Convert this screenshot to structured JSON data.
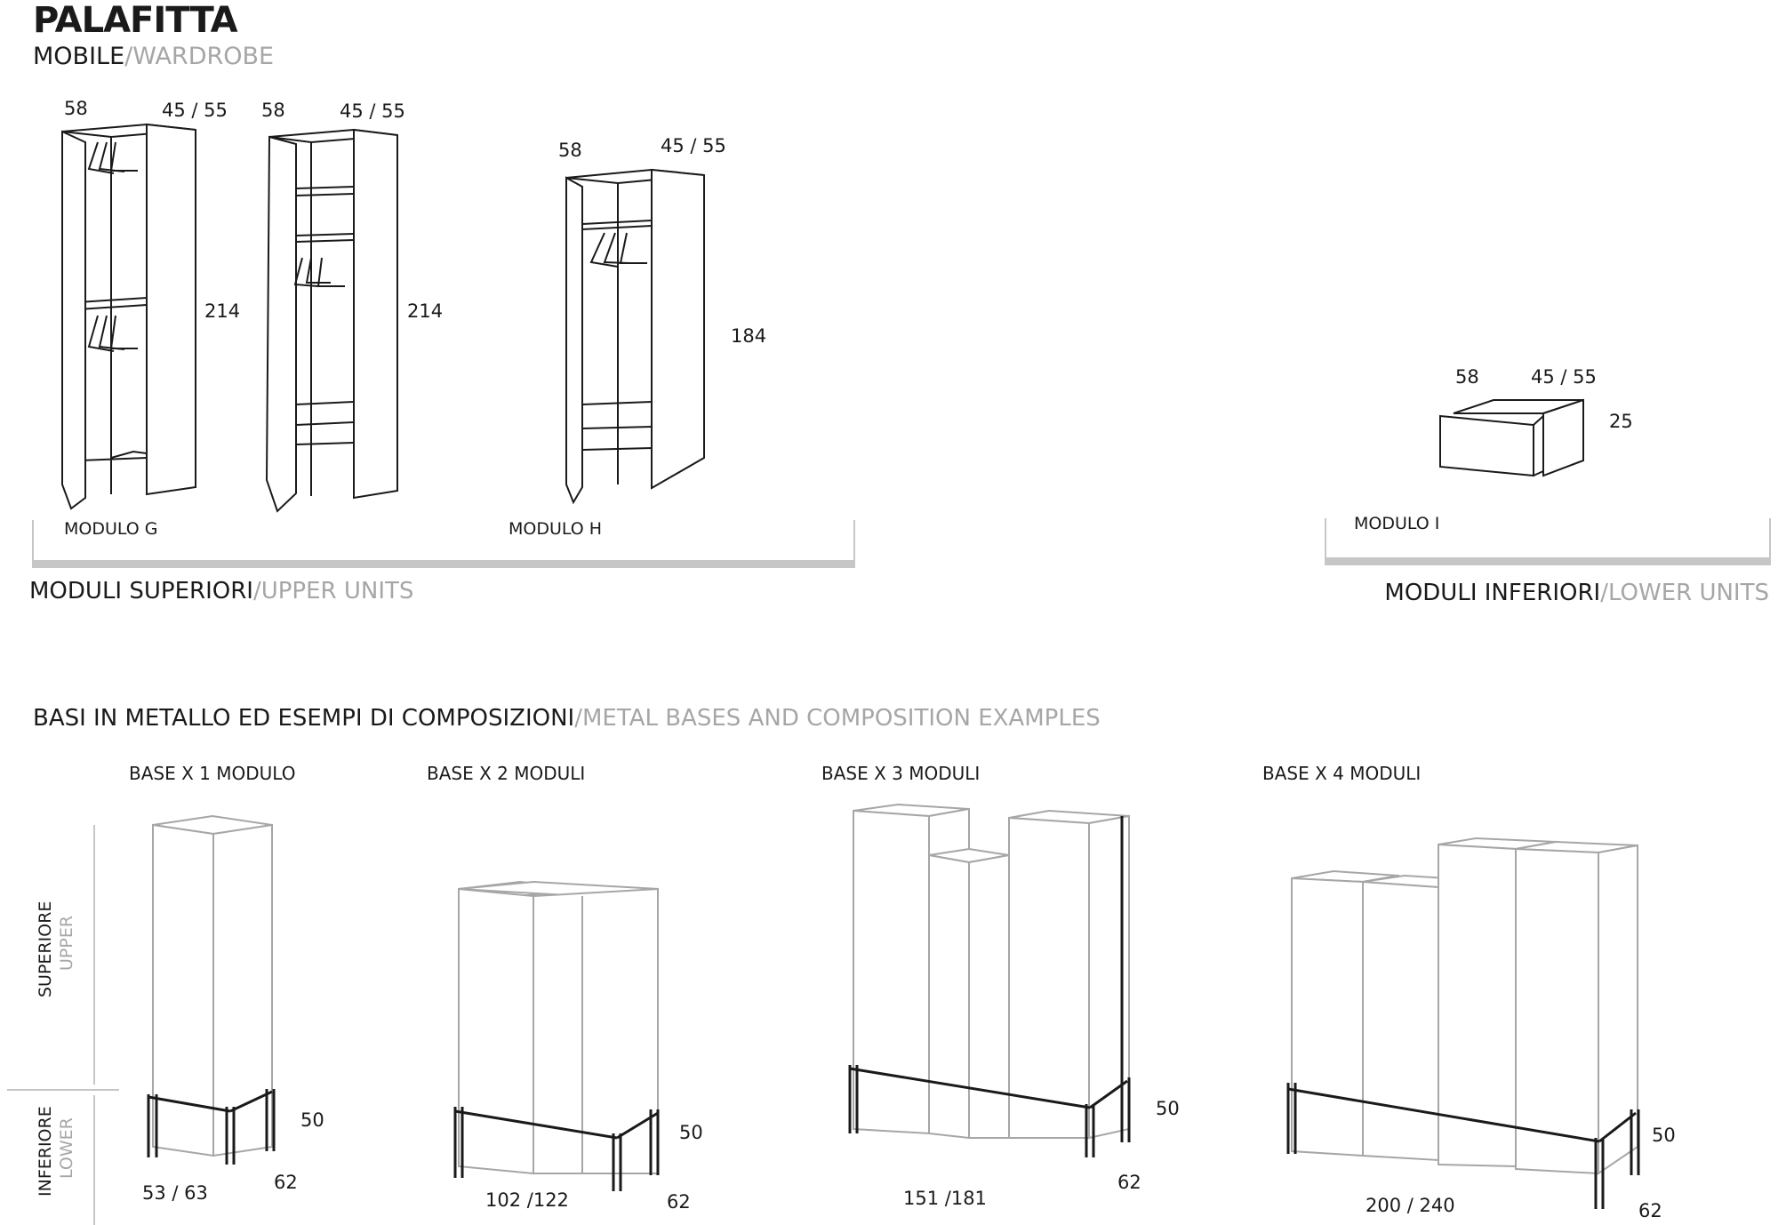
{
  "header": {
    "title": "PALAFITTA",
    "subtitle_main": "MOBILE",
    "subtitle_alt": "/WARDROBE"
  },
  "upper": {
    "units": [
      {
        "depth": "58",
        "width": "45 / 55",
        "height": "214"
      },
      {
        "depth": "58",
        "width": "45 / 55",
        "height": "214"
      },
      {
        "depth": "58",
        "width": "45 / 55",
        "height": "184"
      }
    ],
    "label_g": "MODULO G",
    "label_h": "MODULO H",
    "section_main": "MODULI SUPERIORI",
    "section_alt": "/UPPER UNITS"
  },
  "lower": {
    "depth": "58",
    "width": "45 / 55",
    "height": "25",
    "label_i": "MODULO I",
    "section_main": "MODULI INFERIORI",
    "section_alt": "/LOWER UNITS"
  },
  "bases": {
    "section_main": "BASI IN METALLO ED ESEMPI DI COMPOSIZIONI",
    "section_alt": "/METAL BASES AND COMPOSITION EXAMPLES",
    "side_upper_main": "SUPERIORE",
    "side_upper_alt": "UPPER",
    "side_lower_main": "INFERIORE",
    "side_lower_alt": "LOWER",
    "items": [
      {
        "label": "BASE X 1 MODULO",
        "width": "53 / 63",
        "height": "50",
        "depth": "62"
      },
      {
        "label": "BASE X 2 MODULI",
        "width": "102 /122",
        "height": "50",
        "depth": "62"
      },
      {
        "label": "BASE X 3 MODULI",
        "width": "151 /181",
        "height": "50",
        "depth": "62"
      },
      {
        "label": "BASE X 4 MODULI",
        "width": "200 / 240",
        "height": "50",
        "depth": "62"
      }
    ]
  }
}
